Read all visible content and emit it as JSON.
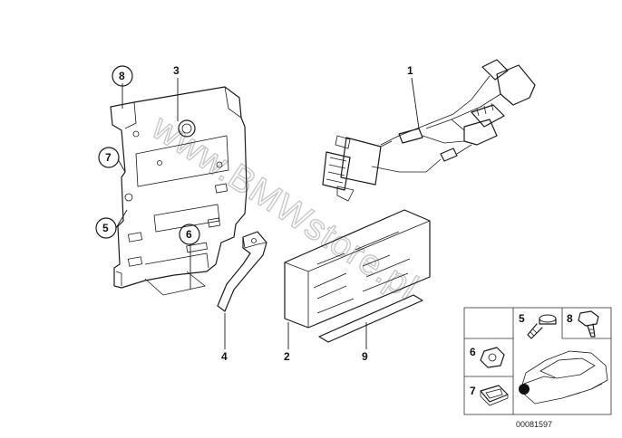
{
  "watermark": "www.BMWstore.pl",
  "diagram_code": "00081597",
  "callouts": [
    "1",
    "2",
    "3",
    "4",
    "5",
    "6",
    "7",
    "8",
    "9"
  ],
  "legend_labels": [
    "5",
    "8",
    "6",
    "7"
  ]
}
